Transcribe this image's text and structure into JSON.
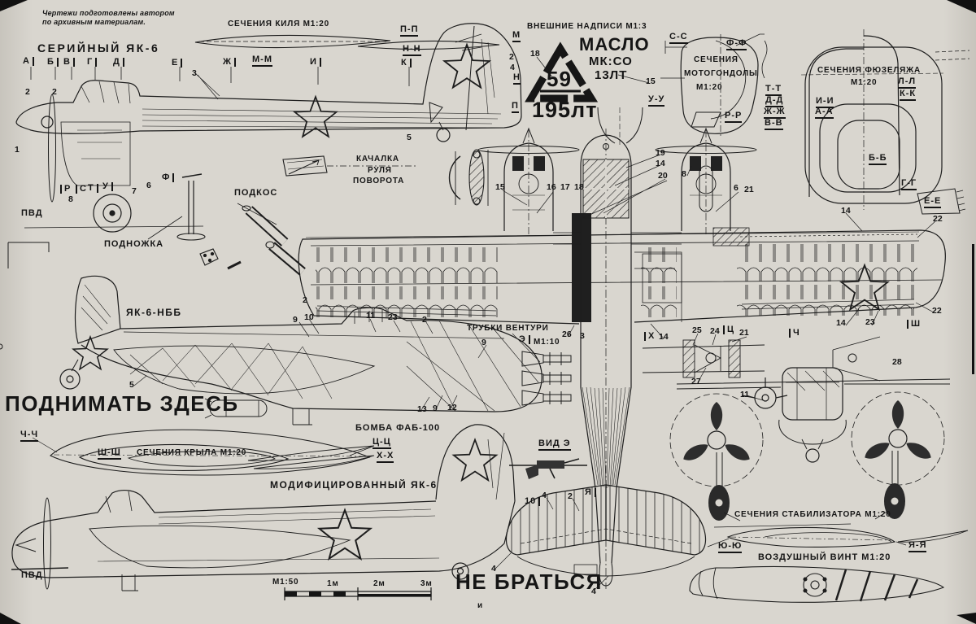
{
  "sheet": {
    "background": "#d9d6cf",
    "ink": "#1d1d1d"
  },
  "credits": {
    "line1": "Чертежи подготовлены автором",
    "line2": "по архивным материалам."
  },
  "titles": {
    "serial": "СЕРИЙНЫЙ ЯК-6",
    "fin_sections": "СЕЧЕНИЯ КИЛЯ М1:20",
    "external_marks": "ВНЕШНИЕ НАДПИСИ М1:3",
    "nacelle_l1": "СЕЧЕНИЯ",
    "nacelle_l2": "МОТОГОНДОЛЫ",
    "nacelle_l3": "М1:20",
    "fuselage_l1": "СЕЧЕНИЯ ФЮЗЕЛЯЖА",
    "fuselage_l2": "М1:20",
    "rocker_l1": "КАЧАЛКА",
    "rocker_l2": "РУЛЯ",
    "rocker_l3": "ПОВОРОТА",
    "strut": "ПОДКОС",
    "footstep": "ПОДНОЖКА",
    "pvd_top": "ПВД",
    "pvd_bottom": "ПВД",
    "nbb": "ЯК-6-НББ",
    "lift_here": "ПОДНИМАТЬ ЗДЕСЬ",
    "venturi_l1": "ТРУБКИ ВЕНТУРИ",
    "venturi_l2": "М1:10",
    "bomb": "БОМБА ФАБ-100",
    "wing_sections": "СЕЧЕНИЯ КРЫЛА М1:20",
    "modified": "МОДИФИЦИРОВАННЫЙ ЯК-6",
    "view_e": "ВИД Э",
    "stab_sections": "СЕЧЕНИЯ СТАБИЛИЗАТОРА М1:20",
    "prop": "ВОЗДУШНЫЙ ВИНТ М1:20",
    "no_grab": "НЕ БРАТЬСЯ",
    "small_letter": "и"
  },
  "oil_marking": {
    "word": "МАСЛО",
    "grade": "МК:СО",
    "qty_small": "13ЛТ",
    "number": "59",
    "qty_big": "195лт"
  },
  "scale_bar": {
    "scale": "М1:50",
    "t1": "1м",
    "t2": "2м",
    "t3": "3м"
  },
  "stations": [
    "А",
    "Б",
    "В",
    "Г",
    "Д",
    "Е",
    "Ж",
    "И",
    "К"
  ],
  "gear_letters": [
    "Р",
    "С",
    "Т",
    "У",
    "Ф"
  ],
  "wing_stations": {
    "e": "Э",
    "h": "Х",
    "ts": "Ц",
    "ch": "Ч",
    "sh": "Ш",
    "ya": "Я",
    "ten": "10"
  },
  "marks": {
    "mm": "М-М",
    "pp": "П-П",
    "nn": "Н-Н",
    "m": "М",
    "n": "Н",
    "p": "П",
    "ss": "С-С",
    "ff": "Ф-Ф",
    "tt": "Т-Т",
    "dd": "Д-Д",
    "zhzh": "Ж-Ж",
    "vv": "В-В",
    "uu": "У-У",
    "rr": "Р-Р",
    "ll": "Л-Л",
    "kk": "К-К",
    "ii": "И-И",
    "aa": "А-А",
    "bb": "Б-Б",
    "gg": "Г-Г",
    "ee": "Е-Е",
    "chch": "Ч-Ч",
    "shsh": "Ш-Ш",
    "tsts": "Ц-Ц",
    "hh": "Х-Х",
    "yuyu": "Ю-Ю",
    "yaya": "Я-Я"
  },
  "callouts": [
    "2",
    "2",
    "1",
    "3",
    "8",
    "7",
    "6",
    "2",
    "10",
    "9",
    "5",
    "11",
    "23",
    "2",
    "9",
    "26",
    "3",
    "13",
    "9",
    "12",
    "18",
    "2",
    "4",
    "15",
    "15",
    "16",
    "17",
    "18",
    "19",
    "14",
    "20",
    "8",
    "6",
    "21",
    "14",
    "25",
    "24",
    "21",
    "27",
    "11",
    "14",
    "23",
    "14",
    "22",
    "22",
    "28",
    "4",
    "2",
    "4",
    "4",
    "5"
  ]
}
